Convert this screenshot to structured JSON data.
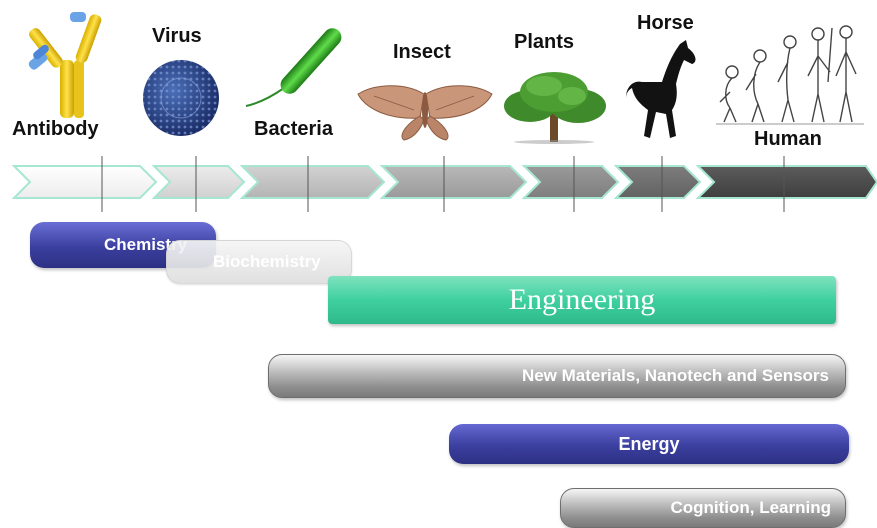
{
  "organisms": {
    "antibody": "Antibody",
    "virus": "Virus",
    "bacteria": "Bacteria",
    "insect": "Insect",
    "plants": "Plants",
    "horse": "Horse",
    "human": "Human"
  },
  "fields": {
    "chemistry": "Chemistry",
    "biochemistry": "Biochemistry",
    "engineering": "Engineering",
    "materials": "New Materials, Nanotech and Sensors",
    "energy": "Energy",
    "cognition": "Cognition, Learning"
  },
  "colors": {
    "navy_bar": "#3b3f9e",
    "engineering_bar": "#3fd0a0",
    "gray_bar": "#8c8c8c",
    "arrow_light": "#f4f4f4",
    "arrow_dark": "#4d4d4d",
    "arrow_outline": "#9be0cd"
  }
}
